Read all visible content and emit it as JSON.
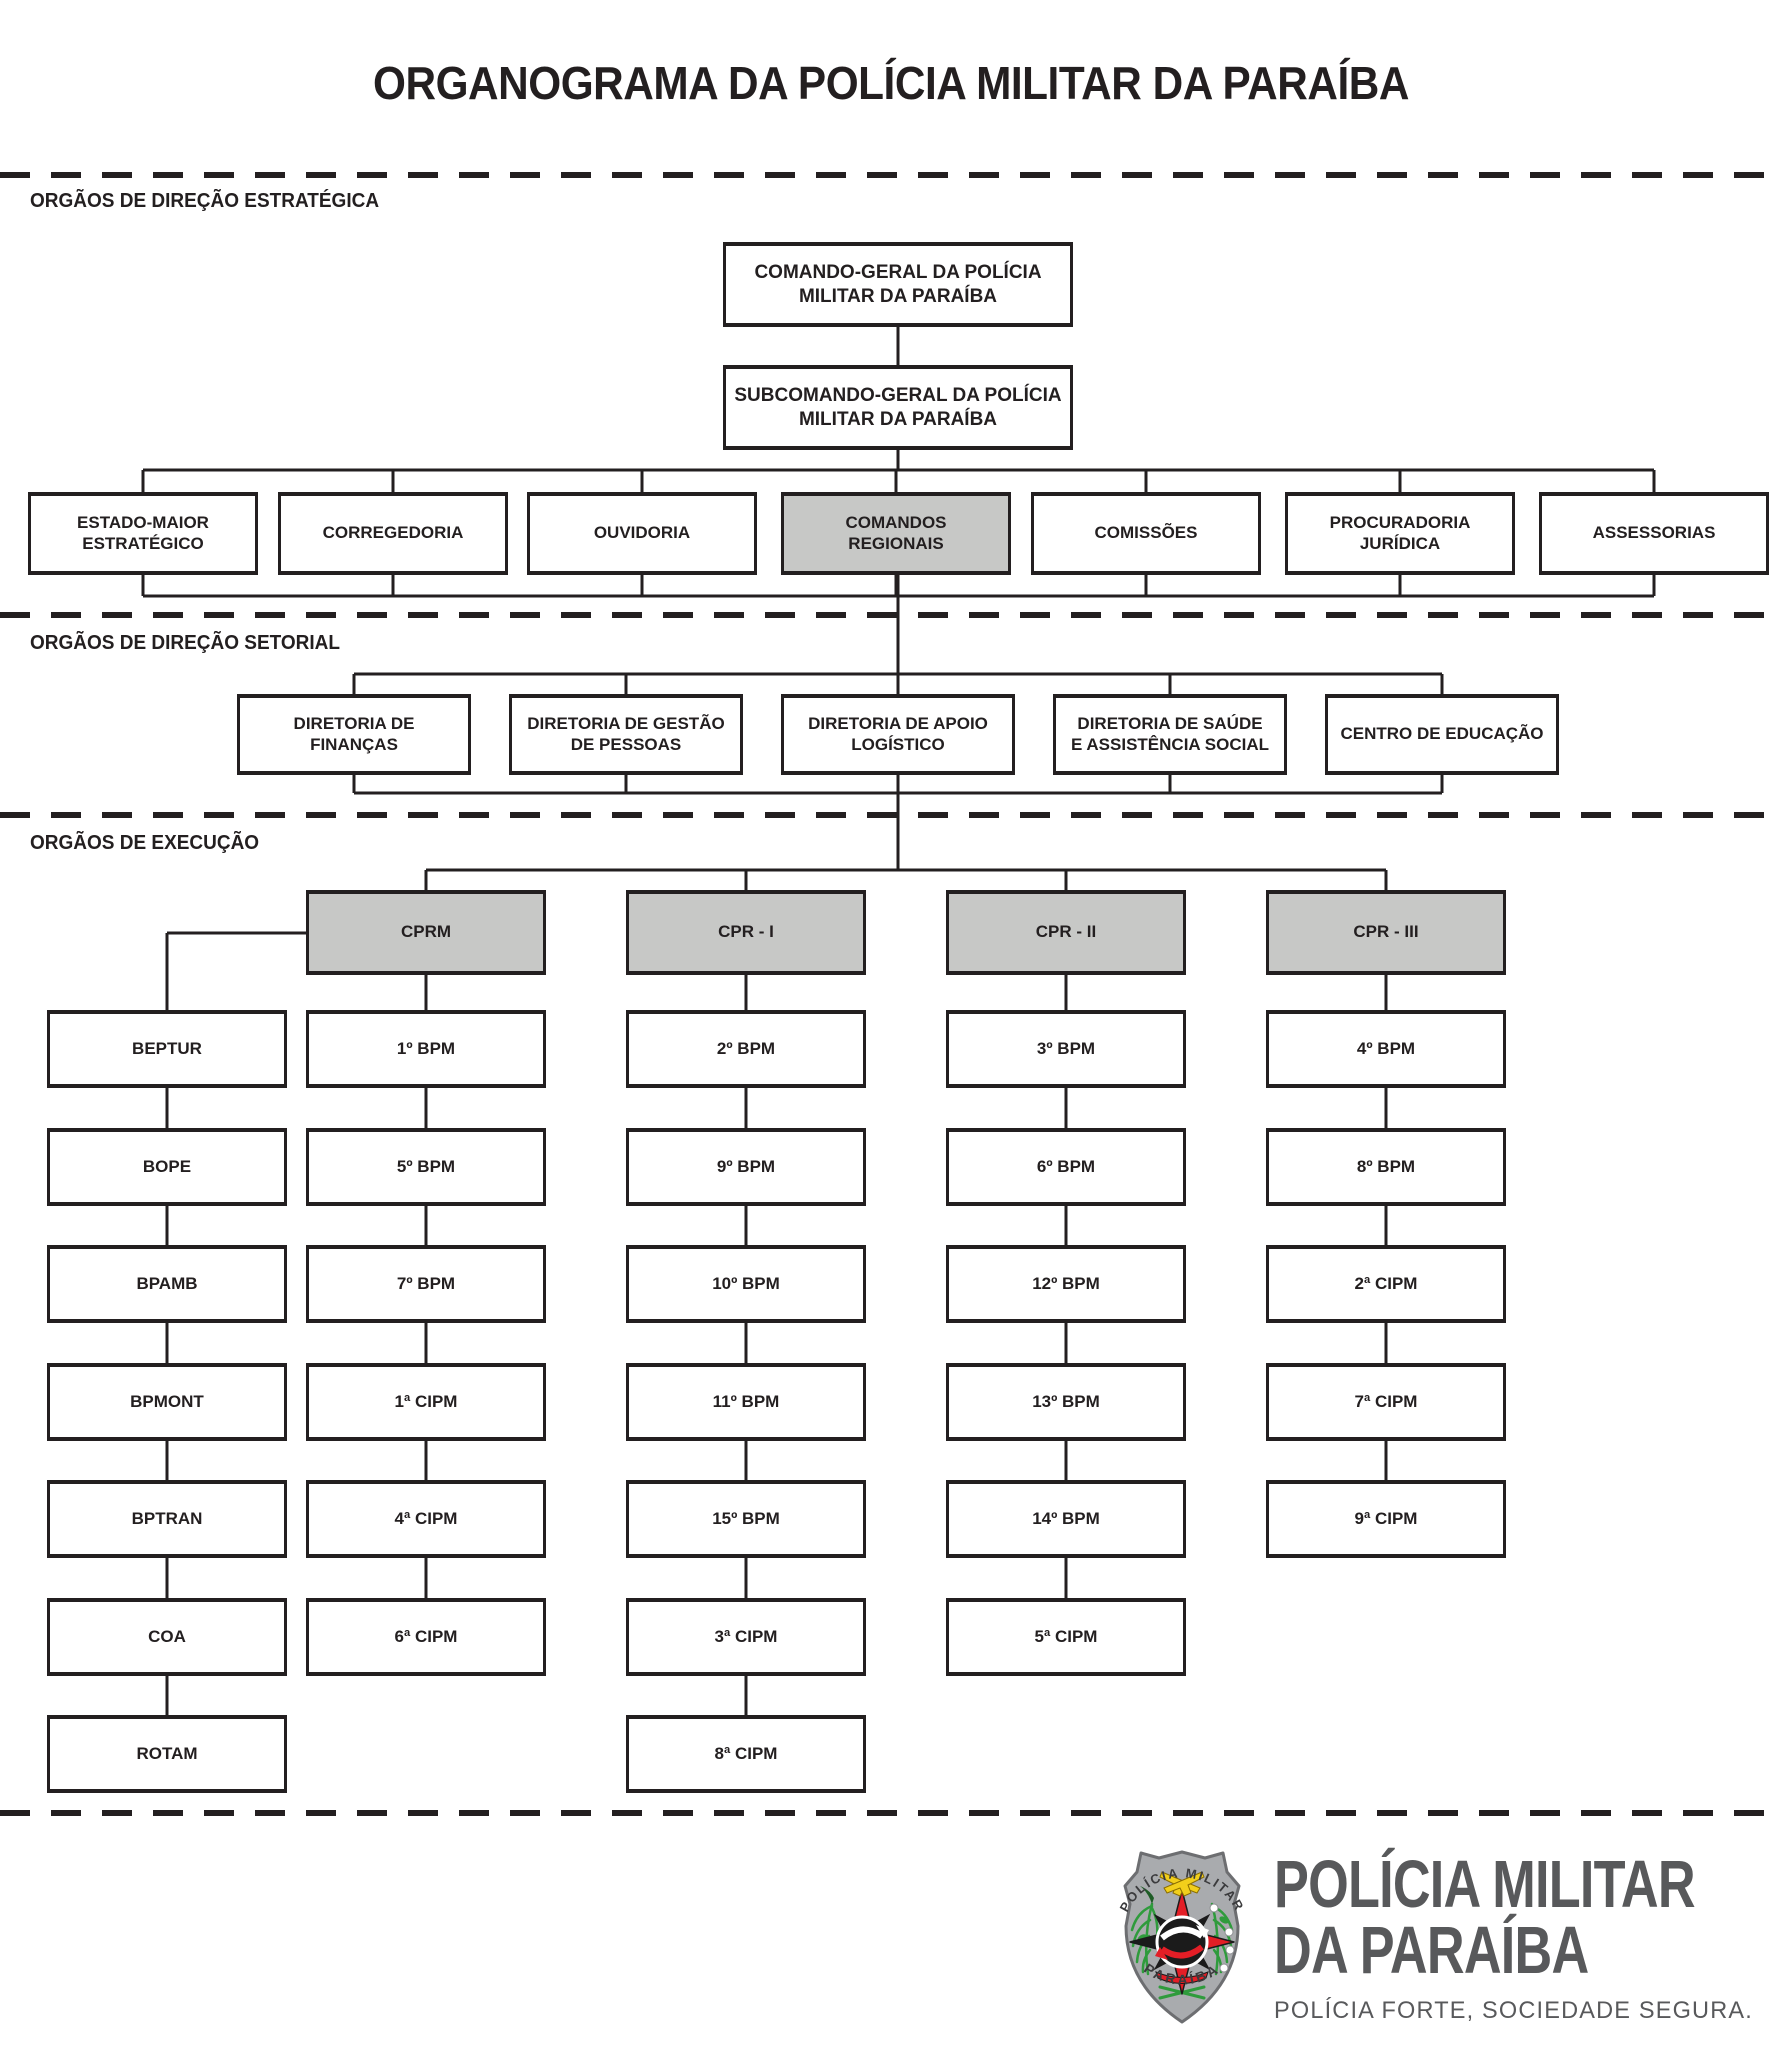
{
  "title": "ORGANOGRAMA DA POLÍCIA MILITAR DA PARAÍBA",
  "sections": {
    "estrategica": {
      "label": "ORGÃOS DE DIREÇÃO ESTRATÉGICA",
      "comando": "COMANDO-GERAL DA POLÍCIA\nMILITAR DA PARAÍBA",
      "subcomando": "SUBCOMANDO-GERAL DA POLÍCIA\nMILITAR DA PARAÍBA",
      "orgaos": [
        "ESTADO-MAIOR\nESTRATÉGICO",
        "CORREGEDORIA",
        "OUVIDORIA",
        "COMANDOS\nREGIONAIS",
        "COMISSÕES",
        "PROCURADORIA\nJURÍDICA",
        "ASSESSORIAS"
      ]
    },
    "setorial": {
      "label": "ORGÃOS DE DIREÇÃO SETORIAL",
      "diretorias": [
        "DIRETORIA DE\nFINANÇAS",
        "DIRETORIA DE GESTÃO\nDE PESSOAS",
        "DIRETORIA DE APOIO\nLOGÍSTICO",
        "DIRETORIA DE SAÚDE\nE ASSISTÊNCIA SOCIAL",
        "CENTRO DE EDUCAÇÃO"
      ]
    },
    "execucao": {
      "label": "ORGÃOS DE EXECUÇÃO",
      "unidades_especiais": [
        "BEPTUR",
        "BOPE",
        "BPAMB",
        "BPMONT",
        "BPTRAN",
        "COA",
        "ROTAM"
      ],
      "comandos": [
        {
          "nome": "CPRM",
          "unidades": [
            "1º BPM",
            "5º BPM",
            "7º BPM",
            "1ª CIPM",
            "4ª CIPM",
            "6ª CIPM"
          ]
        },
        {
          "nome": "CPR - I",
          "unidades": [
            "2º BPM",
            "9º BPM",
            "10º BPM",
            "11º BPM",
            "15º BPM",
            "3ª CIPM",
            "8ª CIPM"
          ]
        },
        {
          "nome": "CPR - II",
          "unidades": [
            "3º BPM",
            "6º BPM",
            "12º BPM",
            "13º BPM",
            "14º BPM",
            "5ª CIPM"
          ]
        },
        {
          "nome": "CPR - III",
          "unidades": [
            "4º BPM",
            "8º BPM",
            "2ª CIPM",
            "7ª CIPM",
            "9ª CIPM"
          ]
        }
      ]
    }
  },
  "footer": {
    "badge_top": "POLÍCIA MILITAR",
    "badge_bottom": "PARAÍBA",
    "brand_line1": "POLÍCIA MILITAR",
    "brand_line2": "DA PARAÍBA",
    "tagline": "POLÍCIA FORTE, SOCIEDADE SEGURA."
  },
  "colors": {
    "line": "#231f20",
    "highlight_box": "#c7c8c6",
    "brand_gray": "#58595b",
    "badge_red": "#e31e26",
    "badge_green": "#2f9b3c",
    "badge_gold": "#f2cf1b"
  }
}
